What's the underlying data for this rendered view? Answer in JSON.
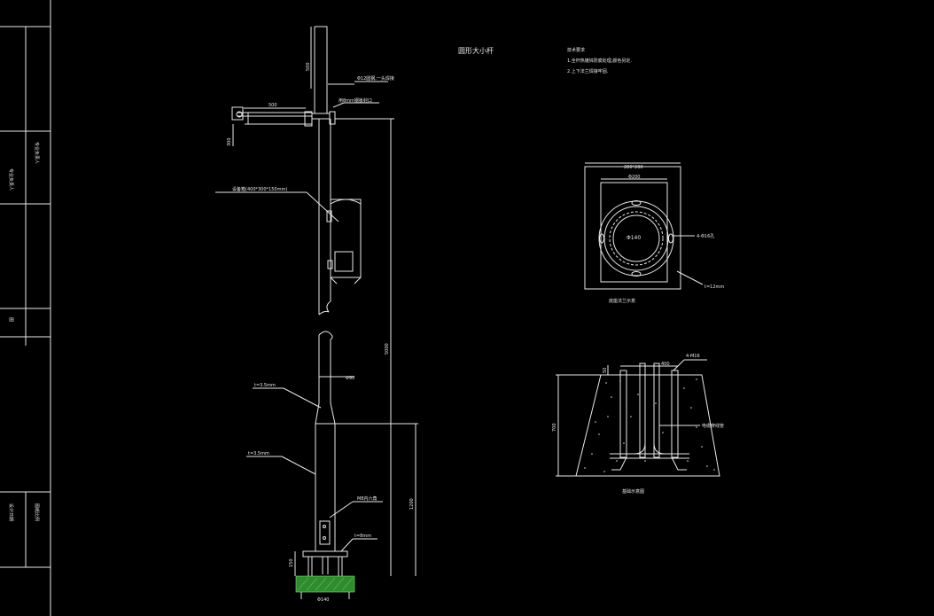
{
  "title_block": {
    "cell_a": "专业负责人",
    "cell_b": "专业负责人",
    "cell_c": "图",
    "cell_d": "设计日期",
    "cell_e": "图纸比例"
  },
  "notes": {
    "drawing_title": "圆形大小杆",
    "tech_title": "技术要求",
    "tech_line_1": "1.全杆热镀锌防腐处理,颜色另定.",
    "tech_line_2": "2.上下法兰焊接牢固."
  },
  "pole": {
    "dim_top": "500",
    "arm_note": "Φ12圆钢,一头焊接",
    "arm_length": "500",
    "arm_drop": "300",
    "bracket_note": "用8mm钢板封口",
    "box_note": "设备箱(400*300*150mm)",
    "dim_total": "5000",
    "dia_upper": "Φ90",
    "wall_upper": "t=3.5mm",
    "wall_lower": "t=3.5mm",
    "dim_lower": "1200",
    "hand_hole": "M8内六角",
    "flange_t": "t=8mm",
    "dim_base": "150",
    "dia_base": "Φ140"
  },
  "flange": {
    "plate": "280*280",
    "circle": "Φ200",
    "inner": "Φ140",
    "bolts": "4-Φ16孔",
    "thickness": "t=12mm",
    "caption": "底座法兰示意"
  },
  "foundation": {
    "top_dim": "400",
    "top_off": "50",
    "bolts": "4-M16",
    "height": "700",
    "conduit": "电缆穿线管",
    "caption": "基础示意图"
  },
  "colors": {
    "background": "#000000",
    "line": "#e8e8e8",
    "ground": "#2e8b2e"
  }
}
